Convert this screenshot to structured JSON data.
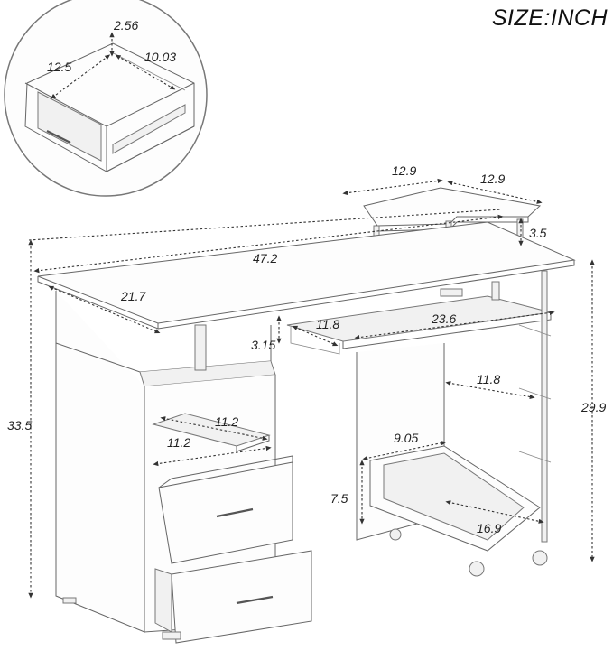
{
  "title": "SIZE:INCH",
  "dimensions": {
    "drawer_height": "2.56",
    "drawer_width": "12.5",
    "drawer_depth": "10.03",
    "shelf_width": "12.9",
    "shelf_depth": "12.9",
    "shelf_height": "3.5",
    "desk_width": "47.2",
    "desk_depth": "21.7",
    "keyboard_drop": "3.15",
    "keyboard_depth": "11.8",
    "keyboard_width": "23.6",
    "cabinet_shelf_depth": "11.2",
    "cabinet_shelf_width": "11.2",
    "desk_height": "29.9",
    "total_height": "33.5",
    "inner_depth": "11.8",
    "cpu_stand_width": "9.05",
    "cpu_stand_height": "7.5",
    "cpu_stand_depth": "16.9"
  }
}
